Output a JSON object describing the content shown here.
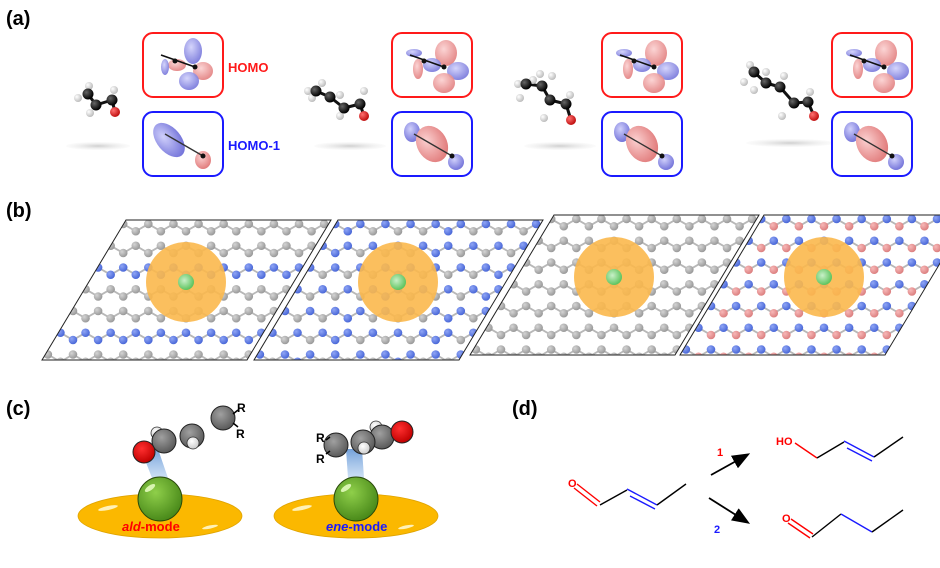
{
  "panels": {
    "a": {
      "label": "(a)",
      "homo_label": "HOMO",
      "homo1_label": "HOMO-1",
      "molecules": [
        "acrolein",
        "crotonaldehyde",
        "3-methyl-2-butenal",
        "2-pentenal"
      ]
    },
    "b": {
      "label": "(b)",
      "substrates": [
        "g-C3N4 (heptazine)",
        "g-C3N4 (triazine)",
        "graphene",
        "h-BN"
      ]
    },
    "c": {
      "label": "(c)",
      "modes": [
        {
          "prefix": "ald",
          "suffix": "-mode",
          "prefix_color": "#ff0000",
          "suffix_color": "#ff0000"
        },
        {
          "prefix": "ene",
          "suffix": "-mode",
          "prefix_color": "#1a1aff",
          "suffix_color": "#1a1aff"
        }
      ],
      "substituent": "R"
    },
    "d": {
      "label": "(d)",
      "path1": "1",
      "path2": "2",
      "reactant_atom": "O",
      "product1_atom": "HO",
      "product2_atom": "O"
    }
  },
  "colors": {
    "homo_box": "#ff1a1a",
    "homo1_box": "#1a1aff",
    "carbon_dark": "#111111",
    "oxygen": "#e02020",
    "hydrogen": "#d8d8d8",
    "substrate_c": "#a8a8a8",
    "substrate_n": "#5a78e0",
    "substrate_b": "#e89090",
    "metal": "#7fd07f",
    "halo": "#fbb84c",
    "orbital_pos": "#e88a8a",
    "orbital_neg": "#8080e0",
    "disk": "#fbb800",
    "sphere_green": "#6aaa2a"
  }
}
